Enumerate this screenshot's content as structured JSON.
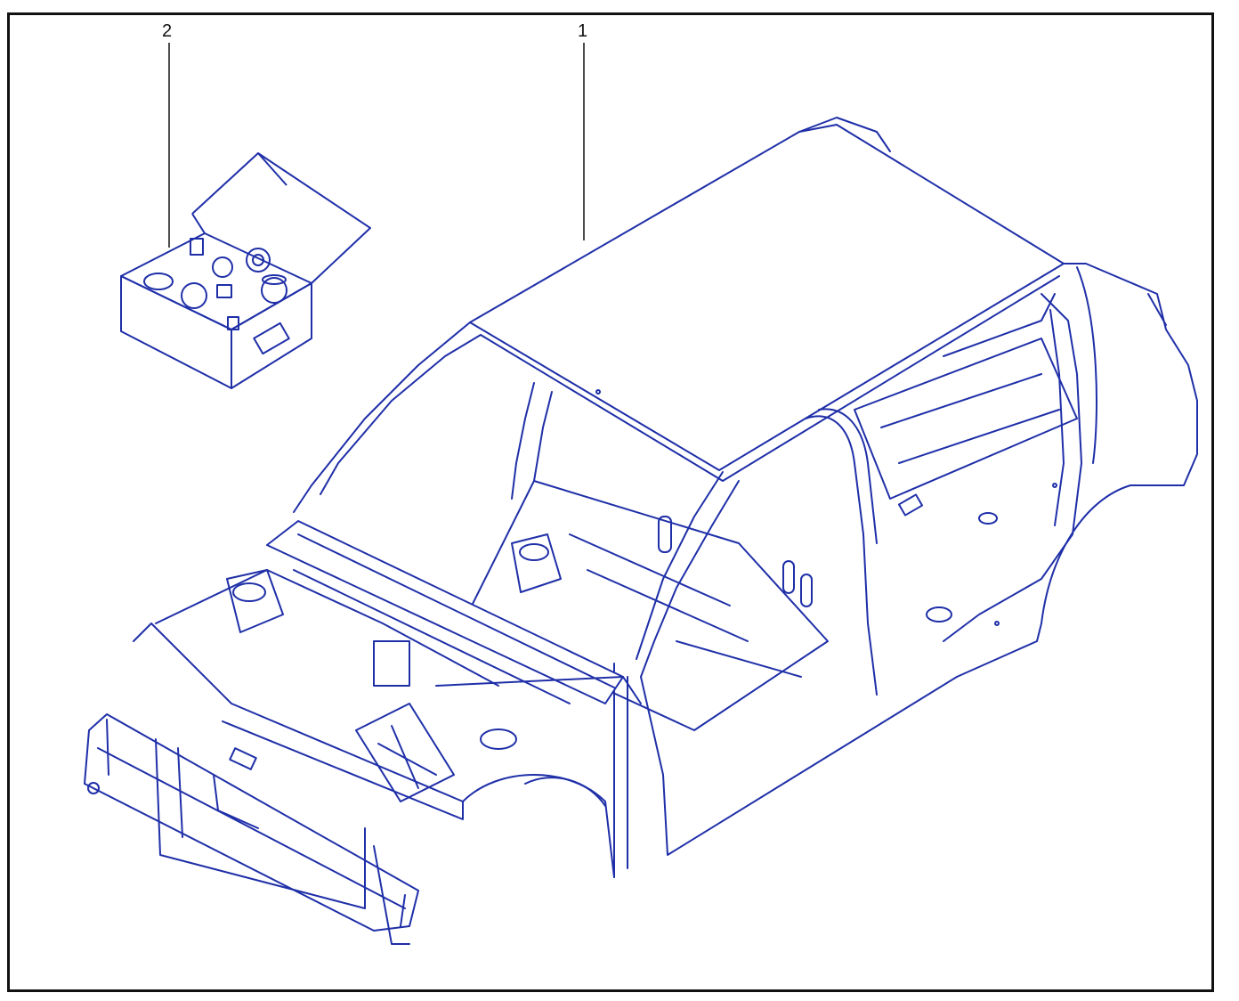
{
  "callouts": [
    {
      "id": "callout-1",
      "label": "1"
    },
    {
      "id": "callout-2",
      "label": "2"
    }
  ],
  "colors": {
    "frame": "#111111",
    "line": "#1f2fa8",
    "leader": "#111111"
  }
}
